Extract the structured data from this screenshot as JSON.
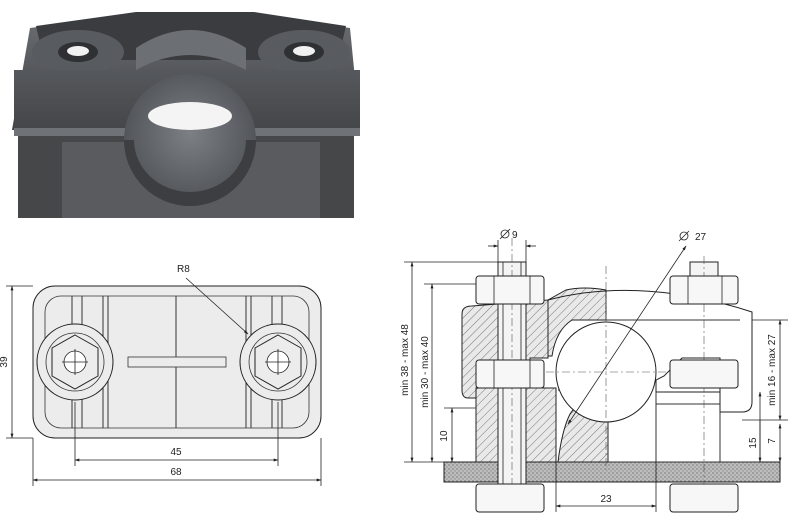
{
  "photo": {
    "description_icon": "cable-clamp-photo"
  },
  "top_view": {
    "radius_label": "R8",
    "height_label": "39",
    "inner_width_label": "45",
    "outer_width_label": "68"
  },
  "side_view": {
    "bolt_diameter_label": "9",
    "bore_diameter_label": "27",
    "height_max_label": "min 38 - max 48",
    "height_inner_label": "min 30 - max 40",
    "clamp_range_label": "min 16 - max 27",
    "base_height_label": "10",
    "dim_15_label": "15",
    "dim_7_label": "7",
    "offset_label": "23"
  },
  "colors": {
    "body_dark": "#4a4c50",
    "body_mid": "#5c5f63",
    "body_light": "#767a7e",
    "line": "#222222",
    "hatch": "#999999",
    "base_fill": "#cfcfcf"
  }
}
